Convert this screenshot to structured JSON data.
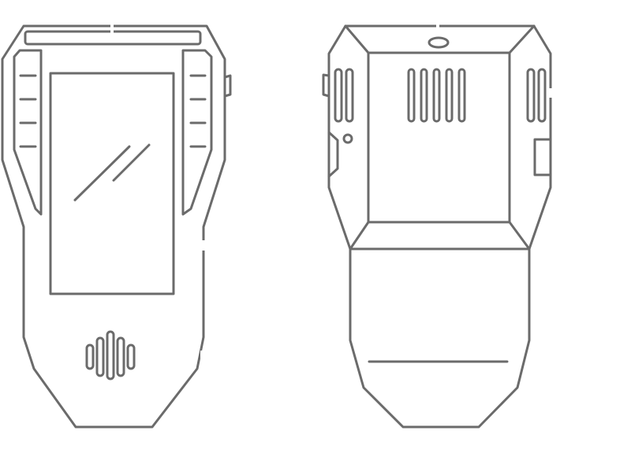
{
  "colors": {
    "outline": "#6b6b6b",
    "background": "#ffffff"
  },
  "views": [
    {
      "id": "front",
      "parts": [
        "top-bar",
        "left-grip-panel",
        "right-grip-panel",
        "screen",
        "speaker-grille",
        "side-button"
      ]
    },
    {
      "id": "back",
      "parts": [
        "top-bezel",
        "sensor-window",
        "vent-slots",
        "side-vents",
        "side-port",
        "bottom-cap"
      ]
    }
  ]
}
